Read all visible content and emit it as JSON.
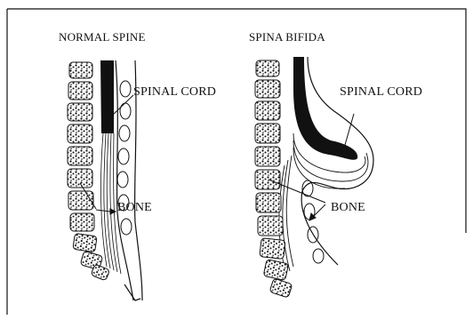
{
  "figure": {
    "panels": [
      {
        "title": "NORMAL SPINE",
        "labels": {
          "cord": "SPINAL CORD",
          "bone": "BONE"
        }
      },
      {
        "title": "SPINA BIFIDA",
        "labels": {
          "cord": "SPINAL CORD",
          "bone": "BONE"
        }
      }
    ]
  }
}
